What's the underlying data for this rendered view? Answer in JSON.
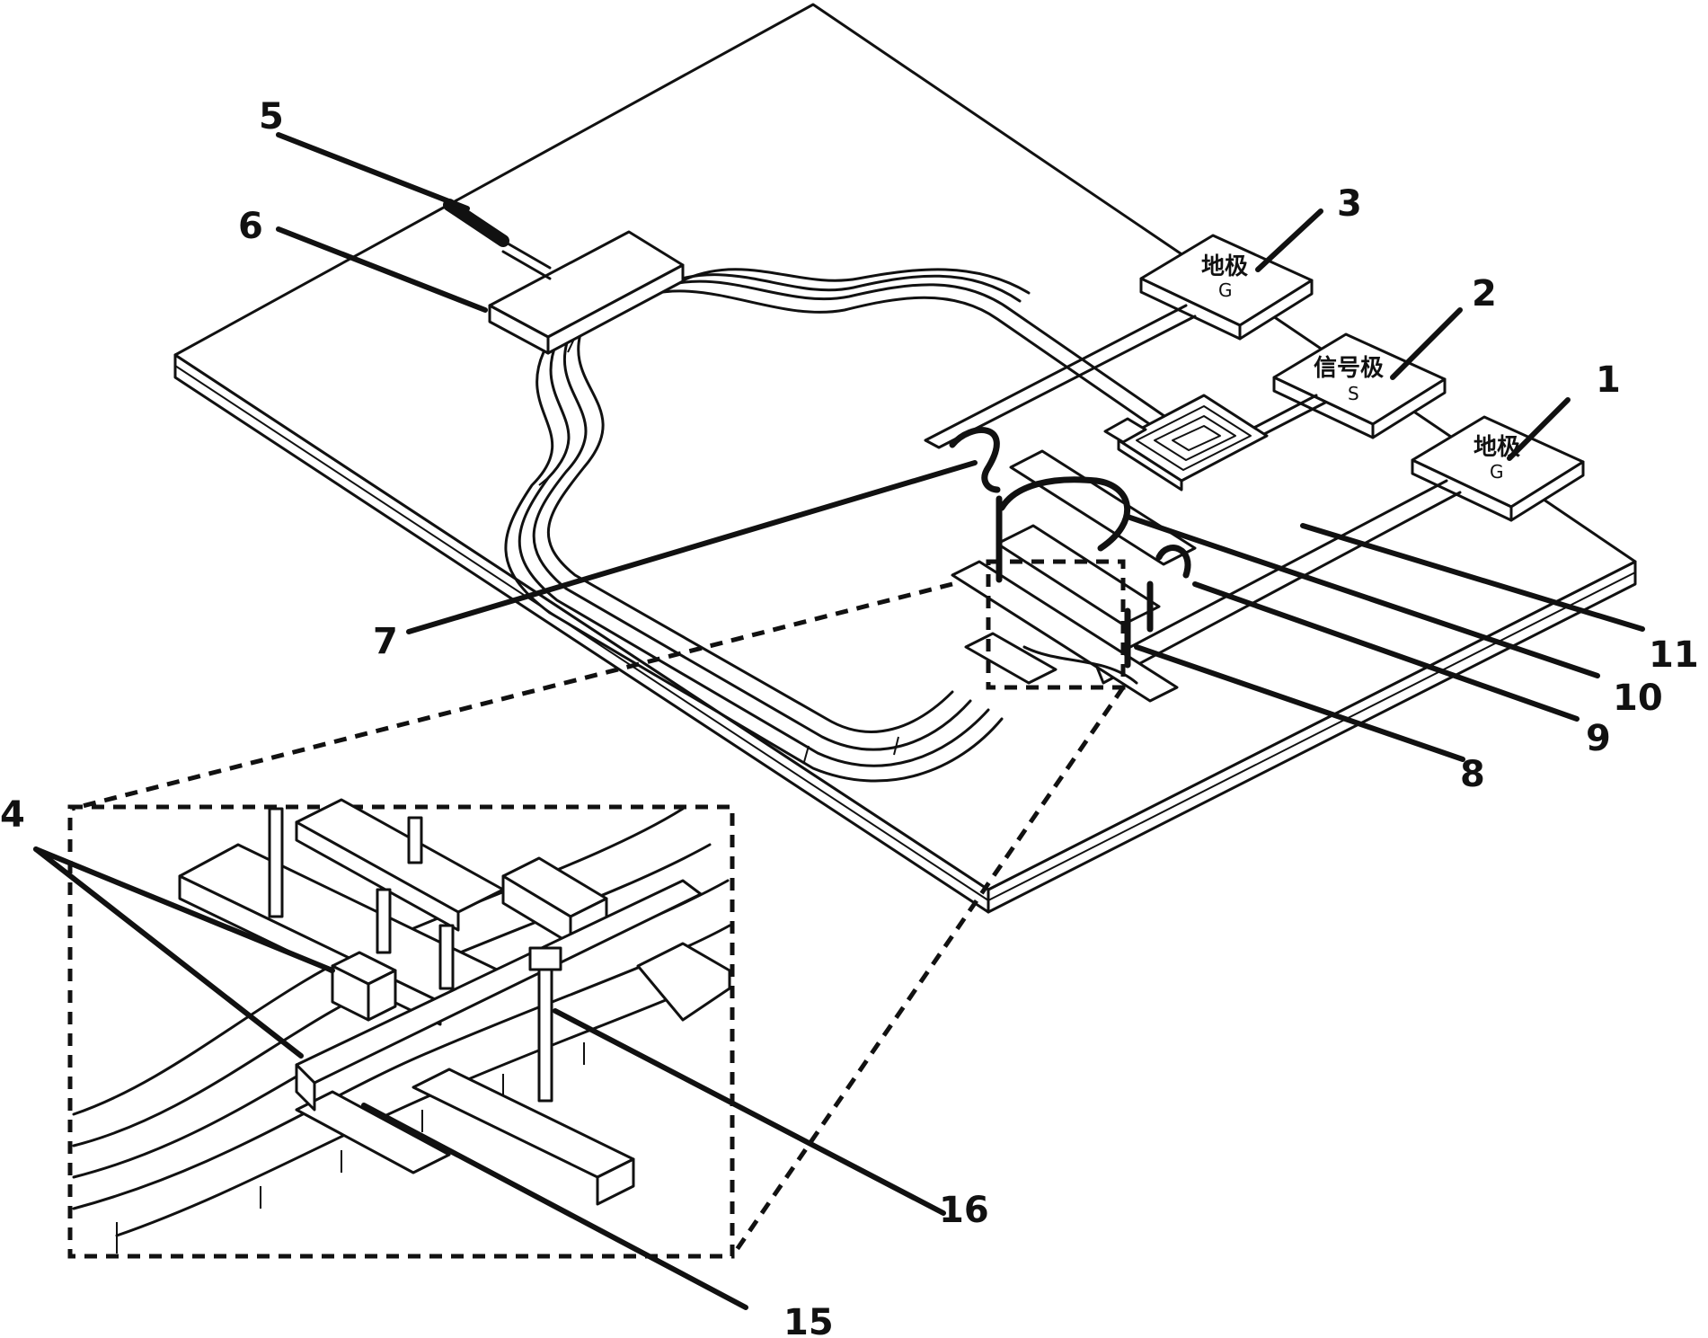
{
  "pads": {
    "ground_top": {
      "label": "地极",
      "sub": "G"
    },
    "signal": {
      "label": "信号极",
      "sub": "S"
    },
    "ground_right": {
      "label": "地极",
      "sub": "G"
    }
  },
  "callouts": {
    "c1": "1",
    "c2": "2",
    "c3": "3",
    "c4": "4",
    "c5": "5",
    "c6": "6",
    "c7": "7",
    "c8": "8",
    "c9": "9",
    "c10": "10",
    "c11": "11",
    "c15": "15",
    "c16": "16"
  }
}
